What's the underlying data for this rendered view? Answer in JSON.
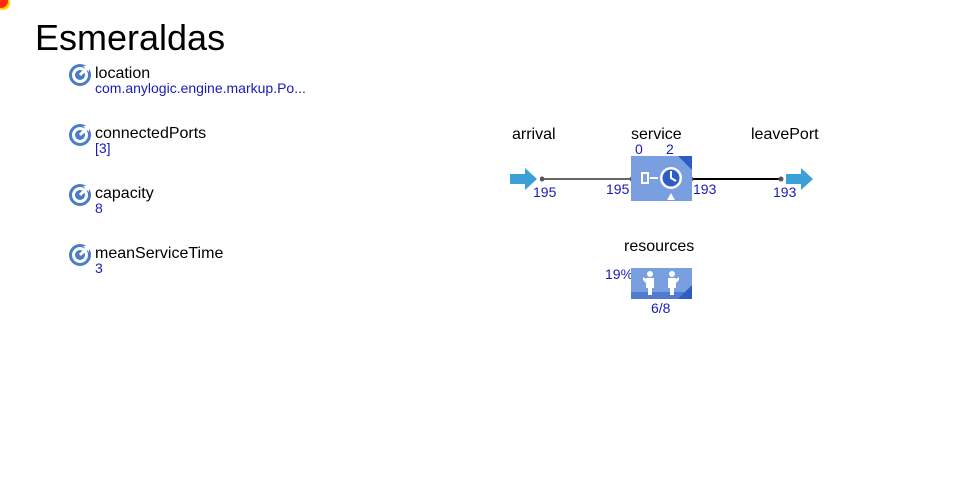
{
  "agent": {
    "title": "Esmeraldas"
  },
  "parameters": [
    {
      "name": "location",
      "value": "com.anylogic.engine.markup.Po..."
    },
    {
      "name": "connectedPorts",
      "value": "[3]"
    },
    {
      "name": "capacity",
      "value": "8"
    },
    {
      "name": "meanServiceTime",
      "value": "3"
    }
  ],
  "flow": {
    "arrival": {
      "label": "arrival",
      "count": "195"
    },
    "service": {
      "label": "service",
      "queue": "0",
      "in_service": "2",
      "in_count": "195",
      "out_count": "193"
    },
    "leavePort": {
      "label": "leavePort",
      "count": "193"
    },
    "resources": {
      "label": "resources",
      "utilization": "19%",
      "busy_total": "6/8"
    }
  },
  "colors": {
    "accent": "#4a7cc7",
    "value_text": "#1a1ab8",
    "arrow": "#3b9fd8",
    "block_fill": "#7a9fe0",
    "block_dark": "#2f5bc4"
  }
}
